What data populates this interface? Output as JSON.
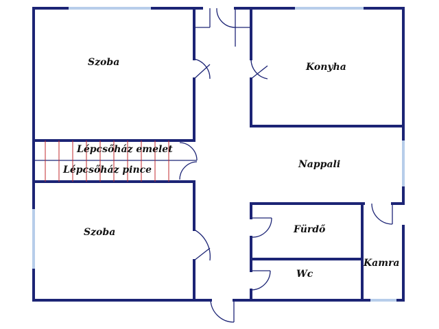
{
  "rooms": {
    "szoba_top": "Szoba",
    "konyha": "Konyha",
    "lepcsohaz_emelet": "Lépcsőház emelet",
    "lepcsohaz_pince": "Lépcsőház pince",
    "nappali": "Nappali",
    "szoba_bottom": "Szoba",
    "furdo": "Fürdő",
    "wc": "Wc",
    "kamra": "Kamra"
  },
  "colors": {
    "wall": "#1c2475",
    "window": "#b7cdea",
    "stair_lines": "#c0282d"
  }
}
